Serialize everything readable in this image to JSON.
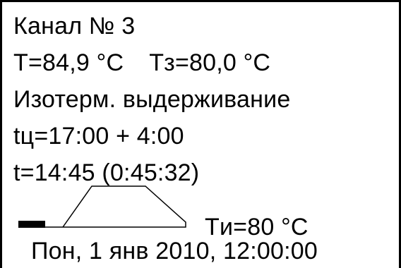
{
  "display": {
    "channel": "Канал № 3",
    "temperature": "T=84,9 °C",
    "setpoint": "Tз=80,0 °C",
    "stage": "Изотерм. выдерживание",
    "cycle_time": "tц=17:00 + 4:00",
    "elapsed_time": "t=14:45 (0:45:32)",
    "isotherm_temp": "Tи=80 °C",
    "datetime": "Пон, 1 янв 2010, 12:00:00"
  },
  "profile": {
    "shape": "trapezoid",
    "progress_fraction": 0.16
  },
  "colors": {
    "background": "#ffffff",
    "foreground": "#000000"
  }
}
